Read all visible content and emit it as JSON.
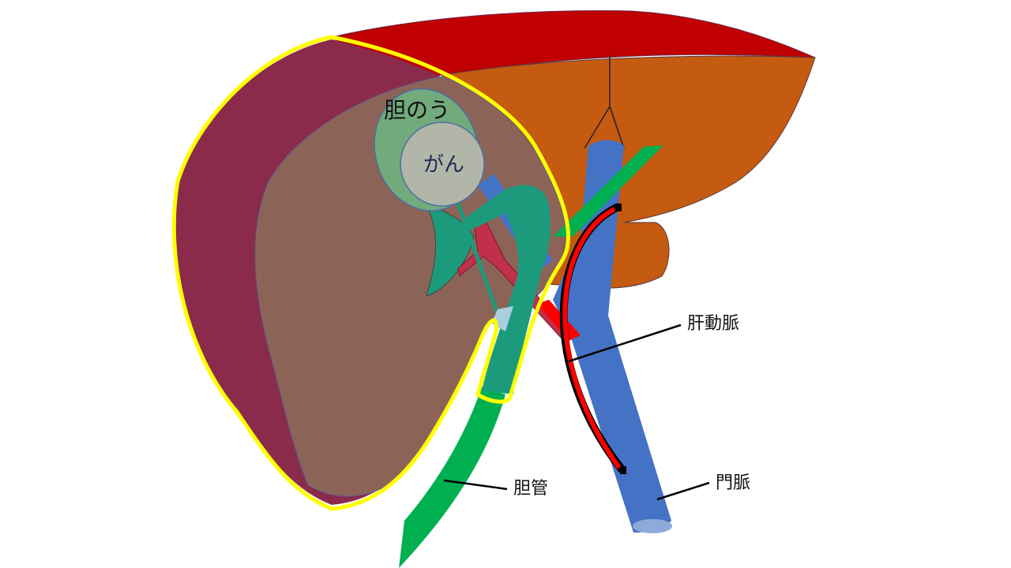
{
  "labels": {
    "gallbladder": "胆のう",
    "cancer": "がん",
    "hepatic_artery": "肝動脈",
    "bile_duct": "胆管",
    "portal_vein": "門脈"
  },
  "colors": {
    "liver_top": "#c00000",
    "liver_right": "#c55a11",
    "liver_left_outer": "#8b2b4b",
    "liver_left_inner": "#8c6457",
    "gallbladder": "#72aa7c",
    "cancer": "#b2b6a8",
    "bile_duct": "#00b050",
    "bile_duct_inside": "#1c9a7c",
    "portal_vein": "#4472c4",
    "hepatic_artery": "#ff0000",
    "resection_outline": "#ffff00"
  }
}
